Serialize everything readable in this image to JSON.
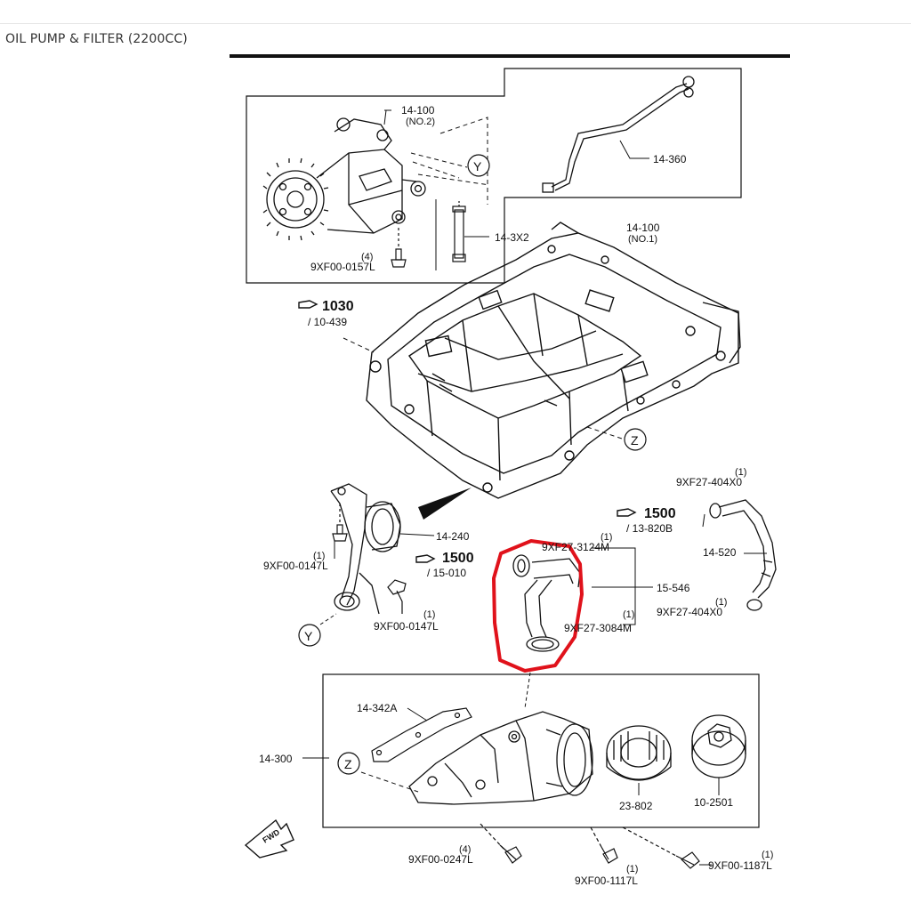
{
  "page": {
    "title": "OIL PUMP & FILTER (2200CC)"
  },
  "labels": {
    "p14_100_no2": "14-100",
    "p14_100_no2_sub": "(NO.2)",
    "p14_360": "14-360",
    "p14_3x2": "14-3X2",
    "p14_100_no1": "14-100",
    "p14_100_no1_sub": "(NO.1)",
    "bolt_0157": "9XF00-0157L",
    "bolt_0157_qty": "(4)",
    "ref_1030": "1030",
    "ref_1030_sub": "/ 10-439",
    "p14_240": "14-240",
    "bolt_0147a": "9XF00-0147L",
    "bolt_0147a_qty": "(1)",
    "bolt_0147b": "9XF00-0147L",
    "bolt_0147b_qty": "(1)",
    "clamp_404x0_top": "9XF27-404X0",
    "clamp_404x0_top_qty": "(1)",
    "ref_1500_right": "1500",
    "ref_1500_right_sub": "/ 13-820B",
    "p14_520": "14-520",
    "clamp_404x0_bot": "9XF27-404X0",
    "clamp_404x0_bot_qty": "(1)",
    "ref_1500_left": "1500",
    "ref_1500_left_sub": "/ 15-010",
    "clamp_3124m": "9XF27-3124M",
    "clamp_3124m_qty": "(1)",
    "p15_546": "15-546",
    "clamp_3084m": "9XF27-3084M",
    "clamp_3084m_qty": "(1)",
    "p14_342a": "14-342A",
    "p14_300": "14-300",
    "p23_802": "23-802",
    "p10_2501": "10-2501",
    "bolt_0247": "9XF00-0247L",
    "bolt_0247_qty": "(4)",
    "bolt_1117": "9XF00-1117L",
    "bolt_1117_qty": "(1)",
    "bolt_1187": "9XF00-1187L",
    "bolt_1187_qty": "(1)",
    "callout_y": "Y",
    "callout_z": "Z",
    "fwd": "FWD"
  },
  "colors": {
    "ink": "#111111",
    "highlight": "#e0121b",
    "rule": "#111111"
  },
  "icons": [
    "reference-hand-icon",
    "fwd-arrow-icon"
  ]
}
